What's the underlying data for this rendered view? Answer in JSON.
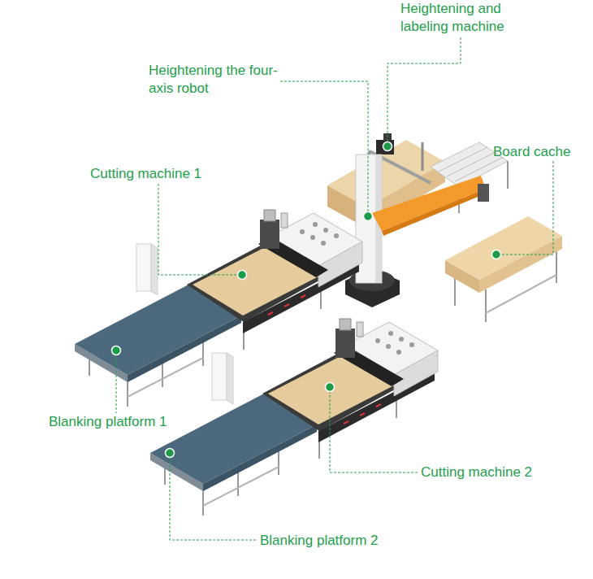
{
  "diagram": {
    "labels": [
      "Heightening and labeling machine",
      "Heightening the four-axis robot",
      "Board cache",
      "Cutting machine 1",
      "Blanking platform 1",
      "Cutting machine 2",
      "Blanking platform 2"
    ]
  }
}
